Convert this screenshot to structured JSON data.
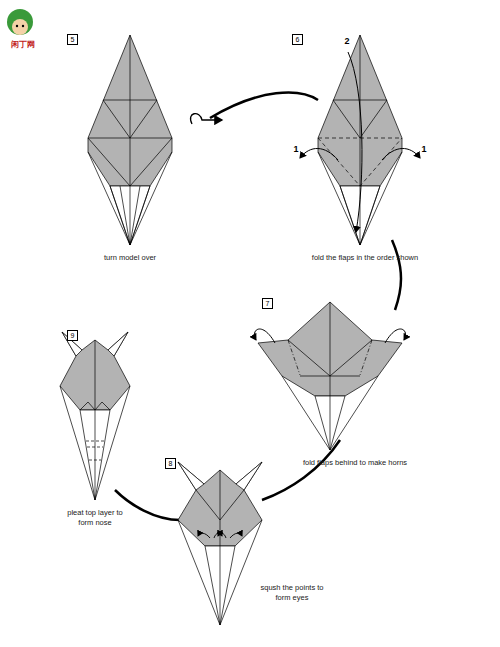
{
  "diagram": {
    "nodes": [
      {
        "text": [
          "5"
        ]
      },
      {
        "text": [
          "6"
        ]
      },
      {
        "text": [
          "7"
        ]
      },
      {
        "text": [
          "8"
        ]
      },
      {
        "text": [
          "9"
        ]
      }
    ],
    "labels": [
      "闲丁网",
      "turn model over",
      "fold the flaps in the order shown",
      "2",
      "1",
      "1",
      "fold flaps behind to make horns",
      "sqush the points to form eyes",
      "pleat top layer to form nose"
    ]
  }
}
